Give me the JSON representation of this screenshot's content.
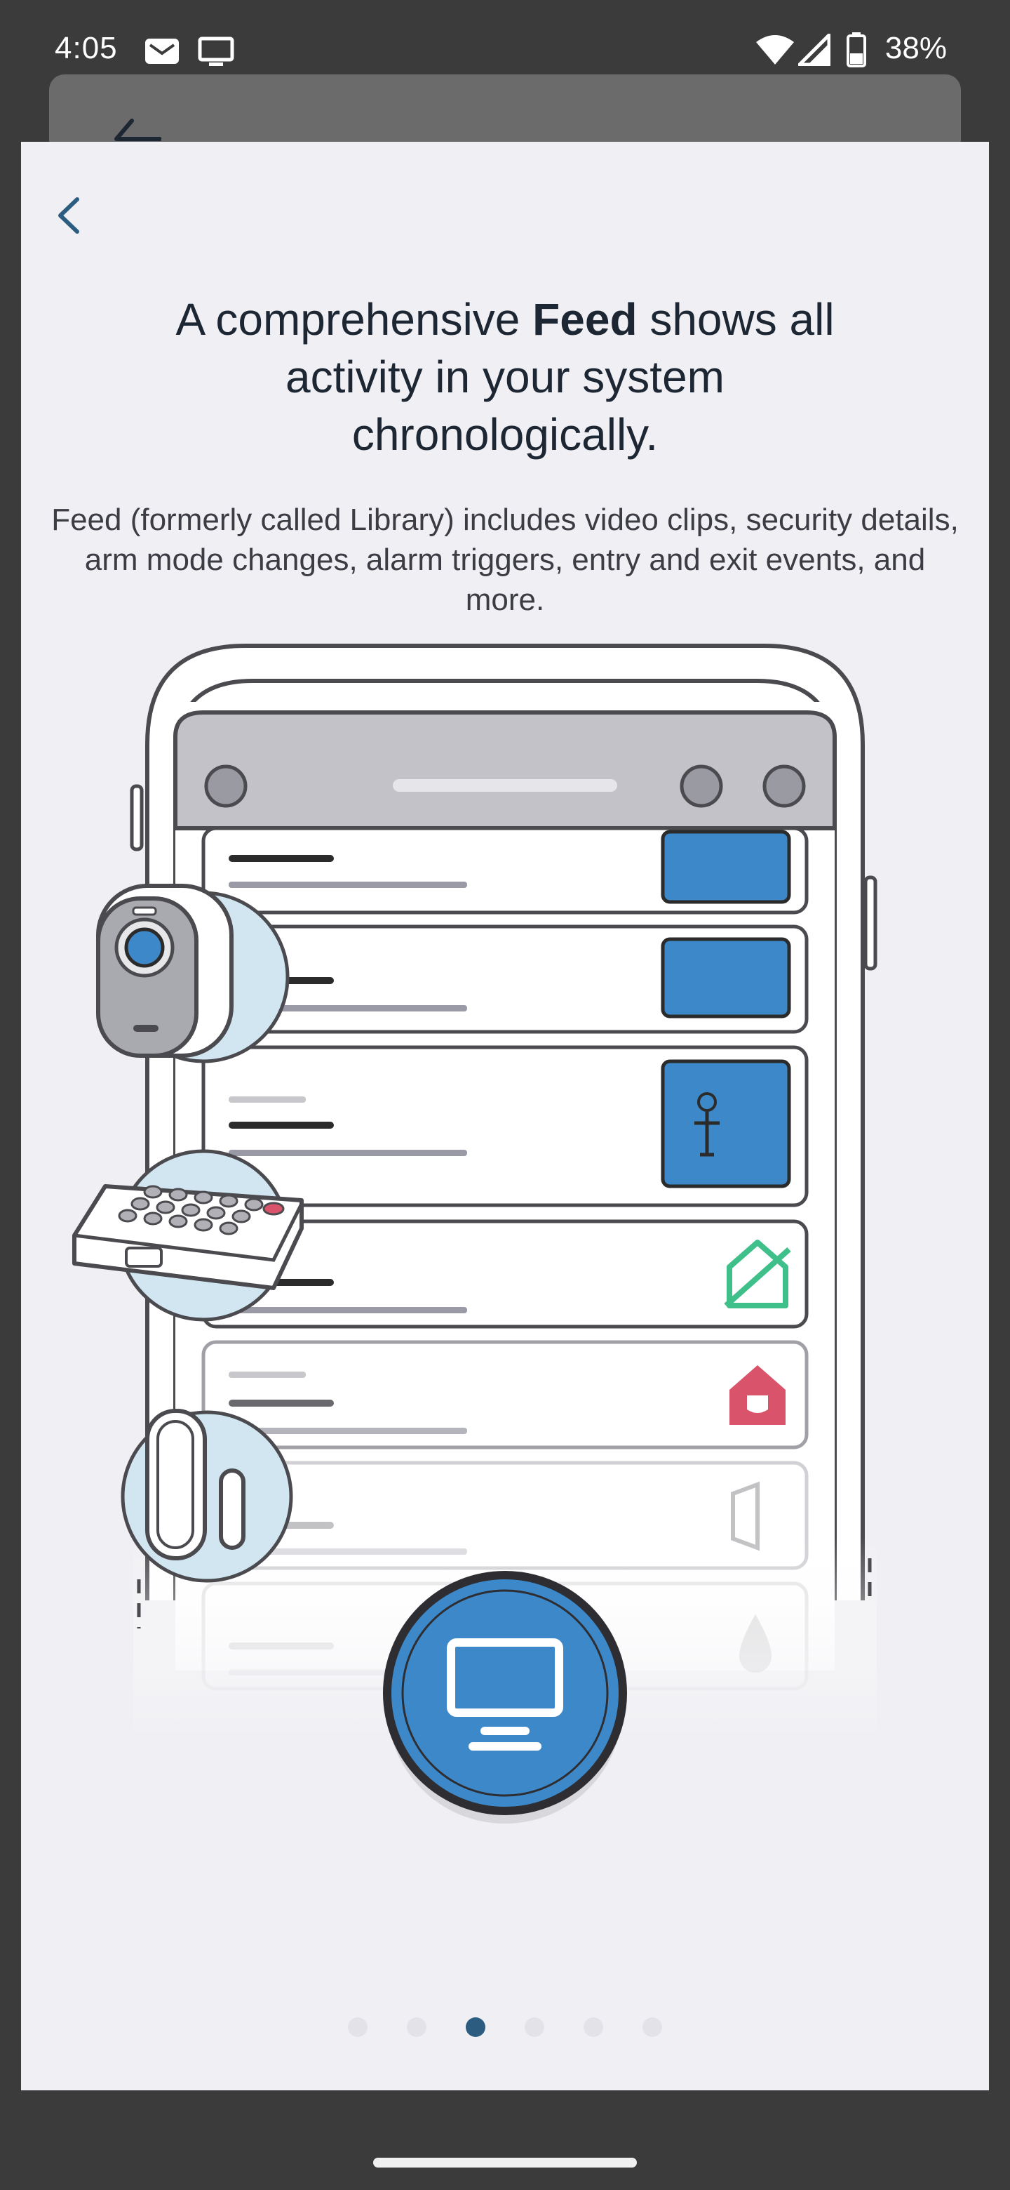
{
  "status_bar": {
    "time": "4:05",
    "battery_percent": "38%",
    "icons": [
      "gmail-icon",
      "cast-monitor-icon",
      "wifi-icon",
      "signal-icon",
      "battery-icon"
    ]
  },
  "onboarding": {
    "headline": {
      "before": "A comprehensive ",
      "emphasis": "Feed",
      "after": " shows all activity in your system chronologically."
    },
    "description": "Feed (formerly called Library) includes video clips, security details, arm mode changes, alarm triggers, entry and exit events, and more.",
    "pagination": {
      "total": 6,
      "active_index": 2
    }
  },
  "colors": {
    "accent": "#2c5d80",
    "card_bg": "#f0f0f4",
    "illustration_blue": "#3d88c9",
    "green_home": "#3fbf8a",
    "red_home": "#d9536a"
  }
}
